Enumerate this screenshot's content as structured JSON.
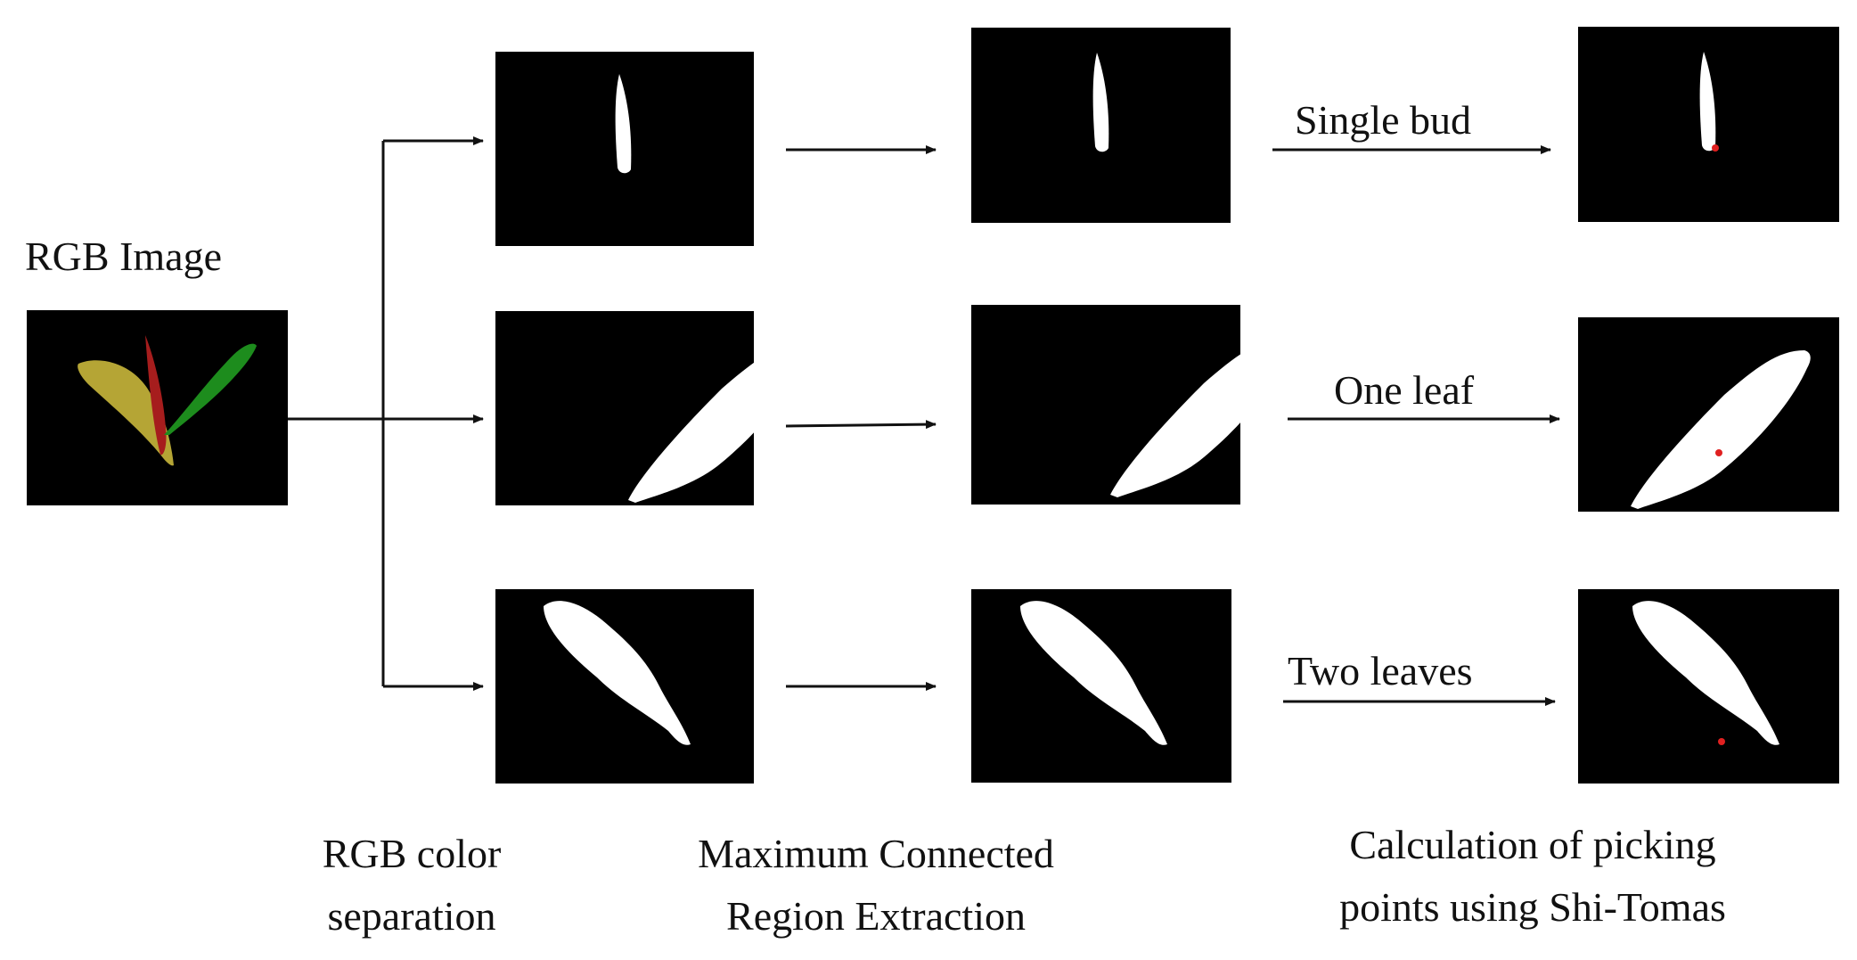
{
  "input": {
    "title": "RGB Image"
  },
  "rows": [
    {
      "arrow_label": "Single bud"
    },
    {
      "arrow_label": "One leaf"
    },
    {
      "arrow_label": "Two leaves"
    }
  ],
  "stages": {
    "separation": {
      "line1": "RGB color",
      "line2": "separation"
    },
    "extraction": {
      "line1": "Maximum Connected",
      "line2": "Region Extraction"
    },
    "picking": {
      "line1": "Calculation of picking",
      "line2": "points using Shi-Tomas"
    }
  },
  "colors": {
    "background": "#ffffff",
    "panel": "#000000",
    "mask": "#ffffff",
    "arrow": "#111111",
    "leaf_yellow": "#b5a535",
    "bud_red": "#a61d1d",
    "leaf_green": "#1d8c1d",
    "picking_point": "#e02020"
  }
}
